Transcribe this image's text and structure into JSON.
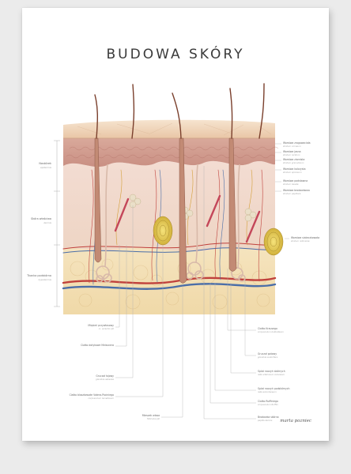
{
  "title": "BUDOWA SKÓRY",
  "signature": "marta pozniec",
  "left_groups": [
    {
      "label": "Naskórek",
      "sub": "epidermis"
    },
    {
      "label": "Skóra właściwa",
      "sub": "dermis"
    },
    {
      "label": "Tkanka podskórna",
      "sub": "hypodermis"
    }
  ],
  "right_labels": [
    {
      "label": "Warstwa zrogowaciała",
      "sub": "stratum corneum"
    },
    {
      "label": "Warstwa jasna",
      "sub": "stratum lucidum"
    },
    {
      "label": "Warstwa ziarnista",
      "sub": "stratum granulosum"
    },
    {
      "label": "Warstwa kolczysta",
      "sub": "stratum spinosum"
    },
    {
      "label": "Warstwa podstawna",
      "sub": "stratum basale"
    },
    {
      "label": "Warstwa brodawkowa",
      "sub": "stratum papillare"
    },
    {
      "label": "Warstwa siateczkowata",
      "sub": "stratum reticulare"
    }
  ],
  "bottom_left_labels": [
    {
      "label": "Mięsień przywłosowy",
      "sub": "m. arrector pili"
    },
    {
      "label": "Ciałko dotykowe Meissnera",
      "sub": ""
    },
    {
      "label": "Gruczoł łojowy",
      "sub": "glandula sebacea"
    },
    {
      "label": "Ciałko blaszkowate Vatera-Paciniego",
      "sub": "corpusculum lamellosum"
    },
    {
      "label": "Mieszek włosa",
      "sub": "folliculus pili"
    }
  ],
  "bottom_right_labels": [
    {
      "label": "Ciałko Krausego",
      "sub": "corpusculum bulboideum"
    },
    {
      "label": "Gruczoł potowy",
      "sub": "glandula sudorifera"
    },
    {
      "label": "Splot naczyń skórnych",
      "sub": "rete arteriosum cutaneum"
    },
    {
      "label": "Splot naczyń podskórnych",
      "sub": "rete subcutaneum"
    },
    {
      "label": "Ciałko Ruffiniego",
      "sub": "corpusculum Ruffini"
    },
    {
      "label": "Brodawka skórna",
      "sub": "papilla dermis"
    }
  ]
}
